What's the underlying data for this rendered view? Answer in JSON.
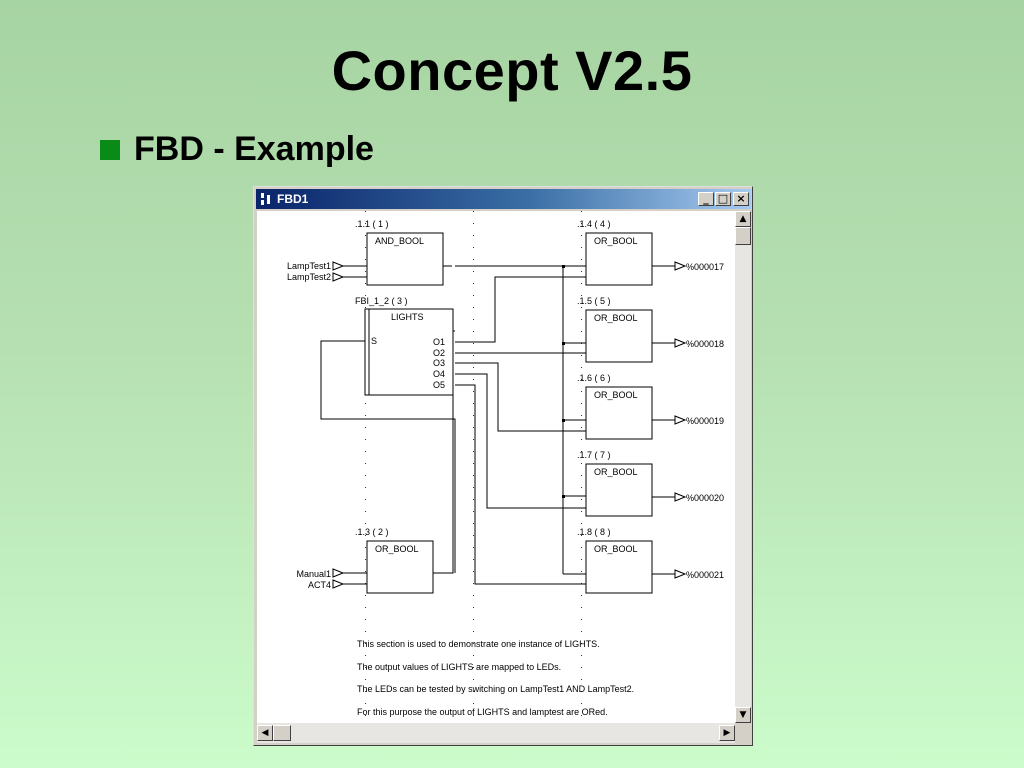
{
  "slide": {
    "title": "Concept V2.5",
    "bullet": "FBD - Example"
  },
  "window": {
    "title": "FBD1",
    "buttons": {
      "minimize": "_",
      "maximize": "□",
      "close": "×"
    }
  },
  "blocks": {
    "b1": {
      "id": ".1.1 ( 1 )",
      "type": "AND_BOOL"
    },
    "b2": {
      "id": "FBI_1_2 ( 3 )",
      "type": "LIGHTS",
      "input": "S",
      "outputs": [
        "O1",
        "O2",
        "O3",
        "O4",
        "O5"
      ]
    },
    "b3": {
      "id": ".1.3 ( 2 )",
      "type": "OR_BOOL"
    },
    "b4": {
      "id": ".1.4 ( 4 )",
      "type": "OR_BOOL"
    },
    "b5": {
      "id": ".1.5 ( 5 )",
      "type": "OR_BOOL"
    },
    "b6": {
      "id": ".1.6 ( 6 )",
      "type": "OR_BOOL"
    },
    "b7": {
      "id": ".1.7 ( 7 )",
      "type": "OR_BOOL"
    },
    "b8": {
      "id": ".1.8 ( 8 )",
      "type": "OR_BOOL"
    }
  },
  "inputs": {
    "lamptest1": "LampTest1",
    "lamptest2": "LampTest2",
    "manual1": "Manual1",
    "act4": "ACT4"
  },
  "outputs": {
    "o17": "%000017",
    "o18": "%000018",
    "o19": "%000019",
    "o20": "%000020",
    "o21": "%000021"
  },
  "comment": [
    "This section is used to demonstrate one instance of LIGHTS.",
    "The output values of LIGHTS are mapped to LEDs.",
    "The LEDs can be tested by switching on LampTest1 AND LampTest2.",
    "For this purpose the output of LIGHTS and lamptest are ORed."
  ],
  "colors": {
    "titlebar_start": "#0a246a",
    "titlebar_end": "#a6caf0",
    "bullet": "#0a8a16"
  }
}
